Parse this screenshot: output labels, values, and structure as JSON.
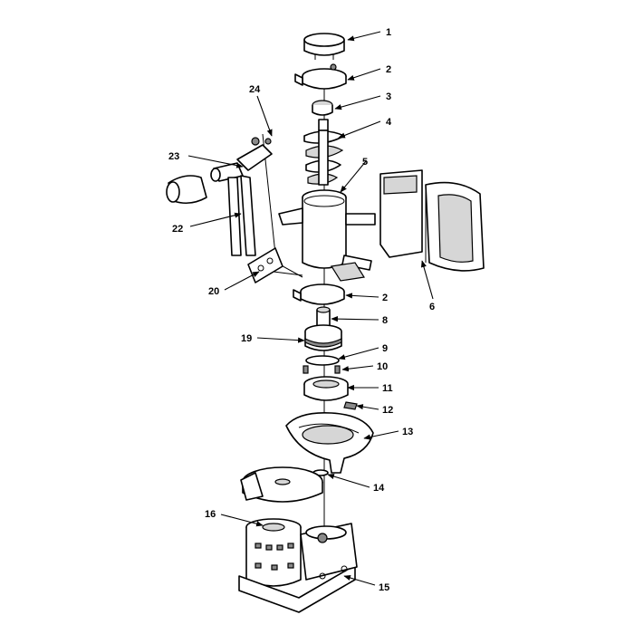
{
  "callouts": [
    {
      "id": "c1",
      "text": "1"
    },
    {
      "id": "c2a",
      "text": "2"
    },
    {
      "id": "c3",
      "text": "3"
    },
    {
      "id": "c4",
      "text": "4"
    },
    {
      "id": "c5",
      "text": "5"
    },
    {
      "id": "c6",
      "text": "6"
    },
    {
      "id": "c24",
      "text": "24"
    },
    {
      "id": "c23",
      "text": "23"
    },
    {
      "id": "c22",
      "text": "22"
    },
    {
      "id": "c20",
      "text": "20"
    },
    {
      "id": "c2b",
      "text": "2"
    },
    {
      "id": "c8",
      "text": "8"
    },
    {
      "id": "c19",
      "text": "19"
    },
    {
      "id": "c9",
      "text": "9"
    },
    {
      "id": "c10",
      "text": "10"
    },
    {
      "id": "c11",
      "text": "11"
    },
    {
      "id": "c12",
      "text": "12"
    },
    {
      "id": "c13",
      "text": "13"
    },
    {
      "id": "c14",
      "text": "14"
    },
    {
      "id": "c16",
      "text": "16"
    },
    {
      "id": "c15",
      "text": "15"
    }
  ]
}
